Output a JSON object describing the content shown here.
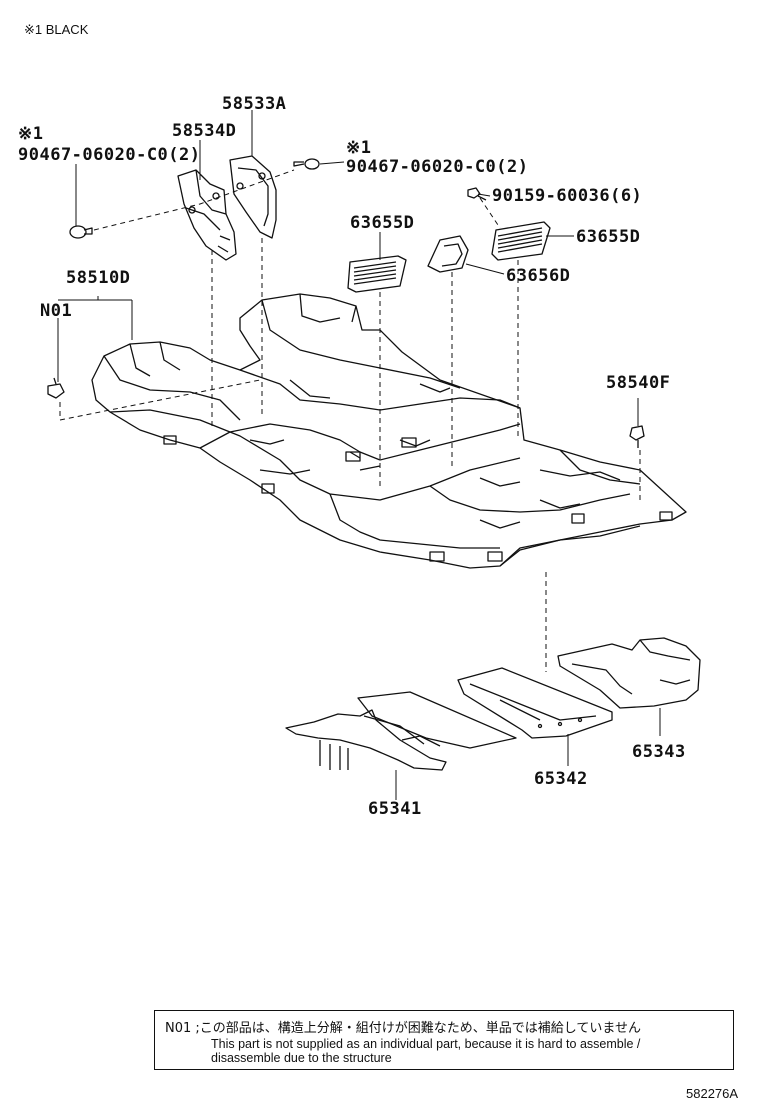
{
  "legend": {
    "mark_note": "※1 BLACK"
  },
  "callouts": {
    "p58533A": "58533A",
    "p58534D": "58534D",
    "mark_left": "※1",
    "bolt_left": "90467-06020-C0(2)",
    "mark_right": "※1",
    "bolt_right": "90467-06020-C0(2)",
    "screw": "90159-60036(6)",
    "p63655D_a": "63655D",
    "p63655D_b": "63655D",
    "p63656D": "63656D",
    "p58510D": "58510D",
    "n01": "N01",
    "p58540F": "58540F",
    "p65341": "65341",
    "p65342": "65342",
    "p65343": "65343"
  },
  "note": {
    "jp": "N01 ;この部品は、構造上分解・組付けが困難なため、単品では補給していません",
    "en_line1": "This part is not supplied as an individual part, because it is hard to assemble /",
    "en_line2": "disassemble due to the structure"
  },
  "figure_number": "582276A"
}
